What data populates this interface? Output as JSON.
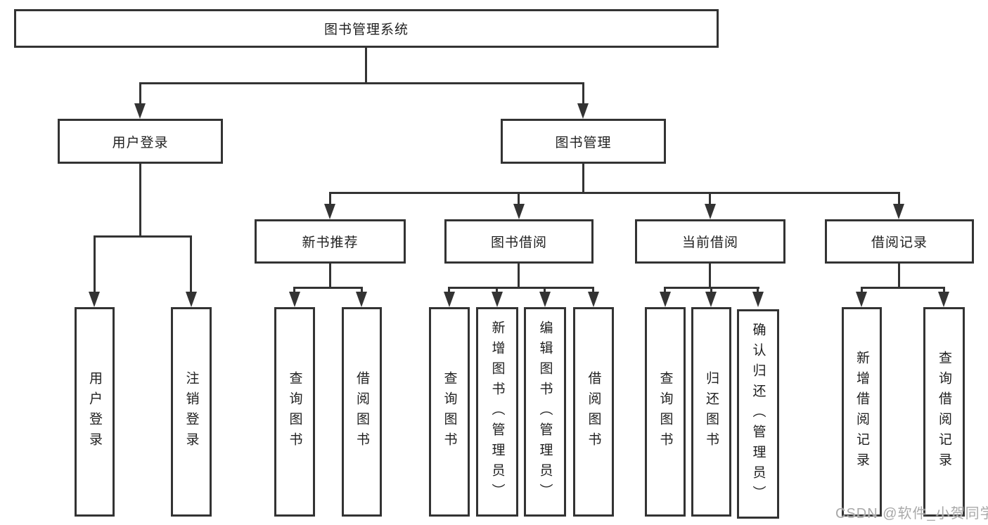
{
  "diagram": {
    "root": {
      "label": "图书管理系统"
    },
    "level2": [
      {
        "id": "user-login",
        "label": "用户登录"
      },
      {
        "id": "book-management",
        "label": "图书管理"
      }
    ],
    "level3": [
      {
        "id": "new-book-recommend",
        "label": "新书推荐",
        "parent": "book-management"
      },
      {
        "id": "book-borrow",
        "label": "图书借阅",
        "parent": "book-management"
      },
      {
        "id": "current-borrow",
        "label": "当前借阅",
        "parent": "book-management"
      },
      {
        "id": "borrow-records",
        "label": "借阅记录",
        "parent": "book-management"
      }
    ],
    "leaves": [
      {
        "id": "user-login-leaf",
        "label": "用户登录",
        "parent": "user-login"
      },
      {
        "id": "logout",
        "label": "注销登录",
        "parent": "user-login"
      },
      {
        "id": "query-books-1",
        "label": "查询图书",
        "parent": "new-book-recommend"
      },
      {
        "id": "borrow-books-1",
        "label": "借阅图书",
        "parent": "new-book-recommend"
      },
      {
        "id": "query-books-2",
        "label": "查询图书",
        "parent": "book-borrow"
      },
      {
        "id": "add-books-admin",
        "label": "新增图书（管理员）",
        "parent": "book-borrow"
      },
      {
        "id": "edit-books-admin",
        "label": "编辑图书（管理员）",
        "parent": "book-borrow"
      },
      {
        "id": "borrow-books-2",
        "label": "借阅图书",
        "parent": "book-borrow"
      },
      {
        "id": "query-books-3",
        "label": "查询图书",
        "parent": "current-borrow"
      },
      {
        "id": "return-books",
        "label": "归还图书",
        "parent": "current-borrow"
      },
      {
        "id": "confirm-return-admin",
        "label": "确认归还（管理员）",
        "parent": "current-borrow"
      },
      {
        "id": "add-borrow-record",
        "label": "新增借阅记录",
        "parent": "borrow-records"
      },
      {
        "id": "query-borrow-record",
        "label": "查询借阅记录",
        "parent": "borrow-records"
      }
    ],
    "watermark": "CSDN @软件_小贺同学",
    "colors": {
      "line": "#333333",
      "text": "#1f1f1f",
      "background": "#ffffff",
      "watermark": "#a9a9a9"
    }
  }
}
